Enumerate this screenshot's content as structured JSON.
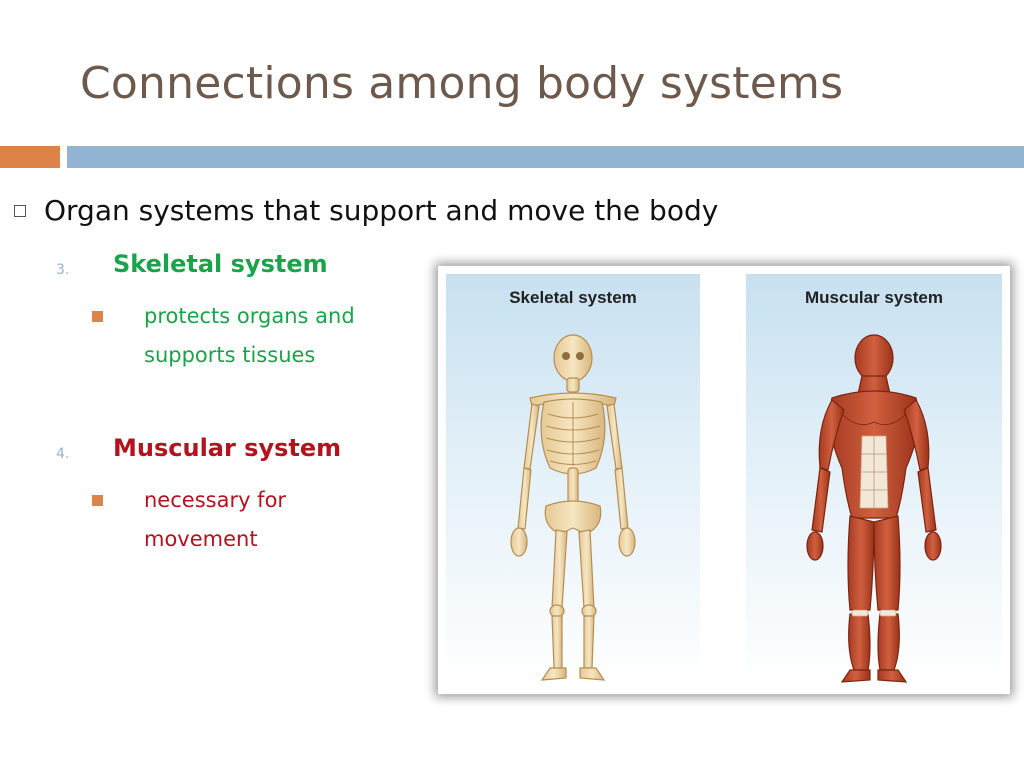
{
  "slide": {
    "title": "Connections among body systems",
    "accent_colors": {
      "orange": "#dd8347",
      "blue": "#93b4d2"
    },
    "main_bullet": "Organ systems that support and move the body",
    "items": [
      {
        "number": "3.",
        "heading": "Skeletal system",
        "heading_color": "#1aa34a",
        "detail_lines": [
          "protects organs and",
          "supports tissues"
        ]
      },
      {
        "number": "4.",
        "heading": "Muscular system",
        "heading_color": "#b3121e",
        "detail_lines": [
          "necessary for",
          "movement"
        ]
      }
    ]
  },
  "figure": {
    "left_label": "Skeletal system",
    "right_label": "Muscular system"
  }
}
